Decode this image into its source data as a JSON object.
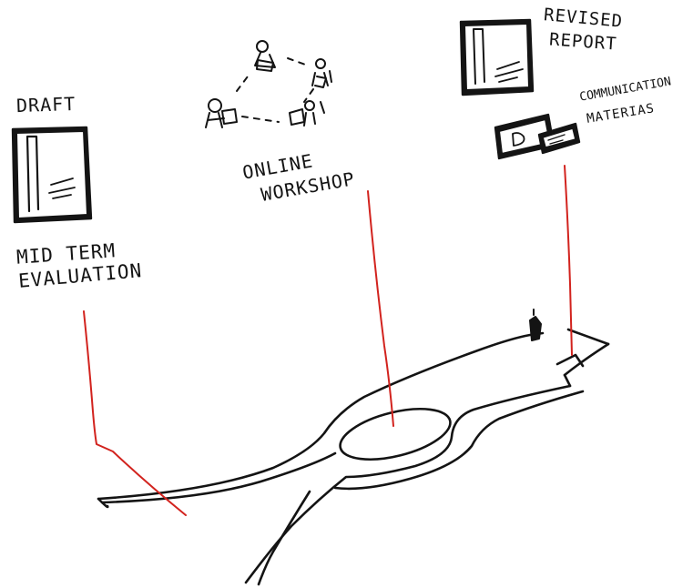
{
  "labels": {
    "draft": "DRAFT",
    "mid_term_line1": "MID TERM",
    "mid_term_line2": "EVALUATION",
    "workshop_line1": "ONLINE",
    "workshop_line2": "WORKSHOP",
    "revised_line1": "REVISED",
    "revised_line2": "REPORT",
    "communication_line1": "COMMUNICATION",
    "communication_line2": "MATERIAS"
  },
  "colors": {
    "ink": "#141414",
    "marker": "#d2231e"
  }
}
